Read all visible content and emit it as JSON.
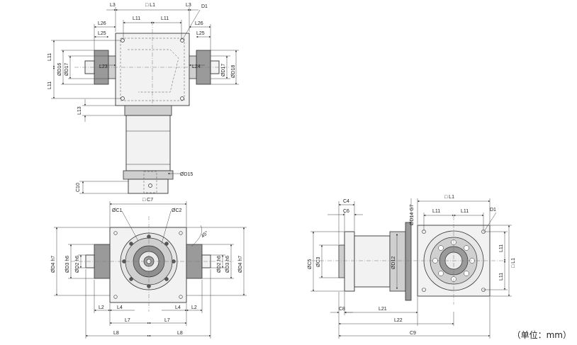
{
  "top_view": {
    "labels": {
      "l3_left": "L3",
      "l1": "□ L1",
      "l3_right": "L3",
      "d1": "D1",
      "l11_left": "L11",
      "l11_right": "L11",
      "l26_left": "L26",
      "l26_right": "L26",
      "l25_left": "L25",
      "l25_right": "L25",
      "l11_side_top": "L11",
      "l11_side_bottom": "L11",
      "d16_left": "ØD16",
      "d17_left": "ØD17",
      "l23": "L23",
      "l24": "L24",
      "d17_right": "ØD17",
      "d18_right": "ØD18",
      "l13": "L13",
      "d15": "ØD15",
      "c10": "C10"
    }
  },
  "front_view": {
    "labels": {
      "c7": "□ C7",
      "c1": "ØC1",
      "c2": "ØC2",
      "angle": "45°",
      "d4_left": "ØD4 h7",
      "d3_left": "ØD3 h6",
      "d2_left": "ØD2 h6",
      "d2_right": "ØD2 h6",
      "d3_right": "ØD3 h6",
      "d4_right": "ØD4 h7",
      "l2_left": "L2",
      "l4_left": "L4",
      "l4_right": "L4",
      "l2_right": "L2",
      "l7_left": "L7",
      "l7_right": "L7",
      "l8_left": "L8",
      "l8_right": "L8"
    }
  },
  "side_view": {
    "labels": {
      "c4": "C4",
      "c6": "C6",
      "d14": "ØD14 G7",
      "l1": "□ L1",
      "l11_left": "L11",
      "l11_right": "L11",
      "d1": "D1",
      "c5": "ØC5",
      "c3": "ØC3",
      "d12": "ØD12",
      "l11_v_top": "L11",
      "l11_v_bottom": "L11",
      "l1_v": "□ L1",
      "c8": "C8",
      "l21": "L21",
      "l22": "L22",
      "c9": "C9"
    }
  },
  "unit_note": "（单位：mm）"
}
